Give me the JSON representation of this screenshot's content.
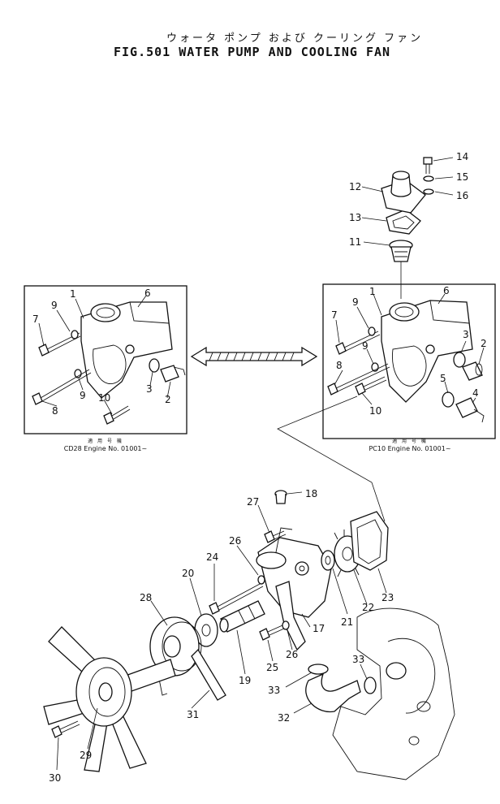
{
  "header": {
    "title_jp": "ウォータ ポンプ および クーリング ファン",
    "title_en": "FIG.501  WATER PUMP AND COOLING FAN"
  },
  "insets": {
    "left": {
      "caption_jp": "適 用 号 機",
      "caption_en": "CD28 Engine No. 01001~"
    },
    "right": {
      "caption_jp": "適 用 号 機",
      "caption_en": "PC10 Engine No. 01001~"
    }
  },
  "callouts": {
    "left_inset": [
      "1",
      "2",
      "3",
      "6",
      "7",
      "8",
      "9",
      "9",
      "10"
    ],
    "right_inset": [
      "1",
      "2",
      "3",
      "4",
      "5",
      "6",
      "7",
      "8",
      "9",
      "9",
      "10",
      "11",
      "12",
      "13",
      "14",
      "15",
      "16"
    ],
    "main": [
      "17",
      "18",
      "19",
      "20",
      "21",
      "22",
      "23",
      "24",
      "25",
      "26",
      "26",
      "27",
      "28",
      "29",
      "30",
      "31",
      "32",
      "33",
      "33"
    ]
  }
}
